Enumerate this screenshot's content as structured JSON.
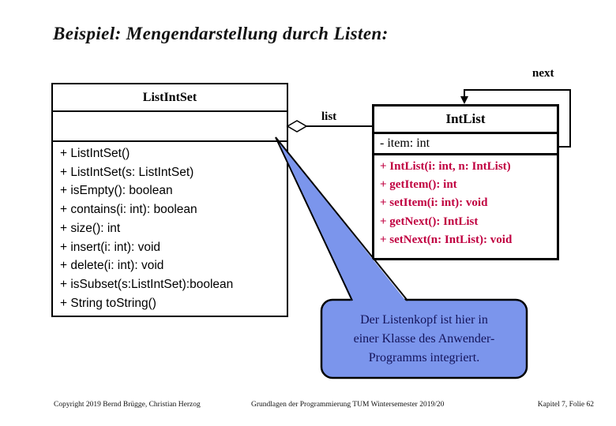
{
  "slide": {
    "title": "Beispiel: Mengendarstellung durch Listen:"
  },
  "associations": {
    "next_label": "next",
    "list_label": "list"
  },
  "classes": {
    "list_int_set": {
      "name": "ListIntSet",
      "attributes": [],
      "methods": [
        "+ ListIntSet()",
        "+ ListIntSet(s: ListIntSet)",
        "+ isEmpty(): boolean",
        "+ contains(i: int): boolean",
        "+ size(): int",
        "+ insert(i: int): void",
        "+ delete(i: int): void",
        "+ isSubset(s:ListIntSet):boolean",
        "+ String toString()"
      ]
    },
    "int_list": {
      "name": "IntList",
      "attributes": [
        "- item: int"
      ],
      "methods": [
        "+ IntList(i: int, n: IntList)",
        "+ getItem(): int",
        "+ setItem(i: int): void",
        "+ getNext(): IntList",
        "+ setNext(n: IntList): void"
      ]
    }
  },
  "callout": {
    "lines": [
      "Der Listenkopf ist hier in",
      "einer Klasse des Anwender-",
      "Programms integriert."
    ]
  },
  "footer": {
    "left": "Copyright 2019 Bernd Brügge, Christian Herzog",
    "center": "Grundlagen der Programmierung TUM Wintersemester 2019/20",
    "right": "Kapitel 7, Folie 62"
  },
  "colors": {
    "method_text_red": "#c00040",
    "callout_fill": "#7b95ec",
    "callout_border": "#000000",
    "callout_text": "#14145a"
  }
}
